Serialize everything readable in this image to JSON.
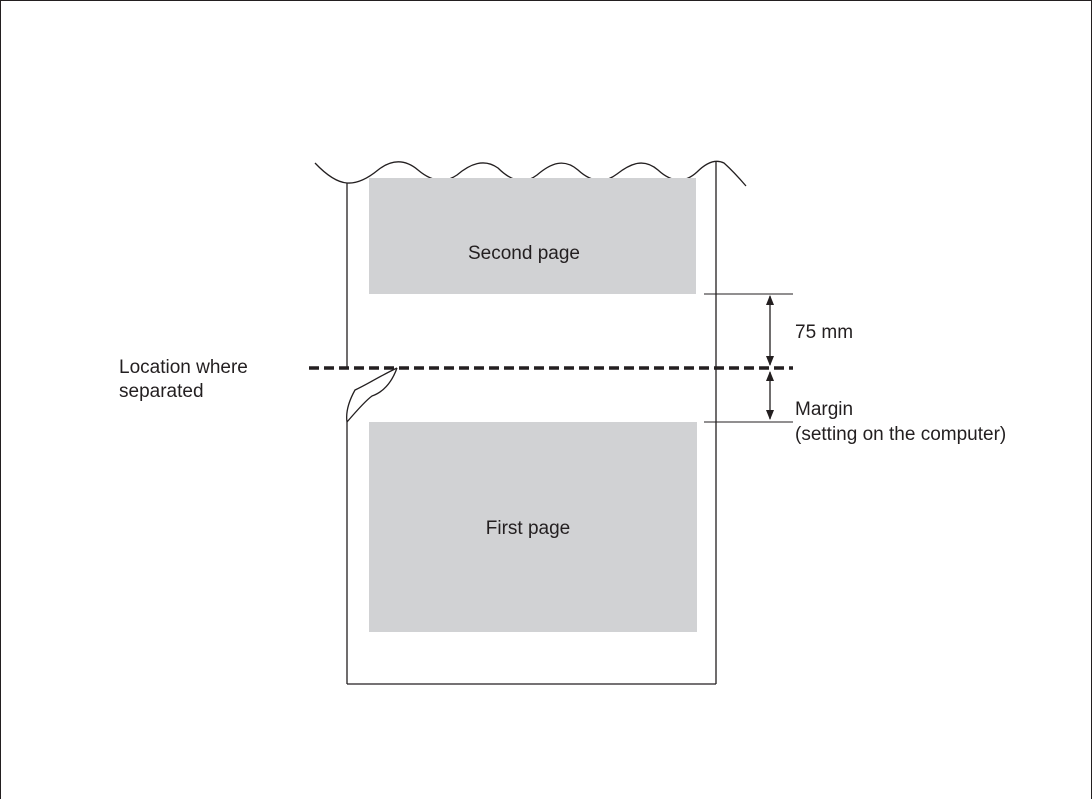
{
  "labels": {
    "second_page": "Second page",
    "first_page": "First page",
    "distance": "75 mm",
    "separation_line1": "Location where",
    "separation_line2": "separated",
    "margin_line1": "Margin",
    "margin_line2": "(setting on the computer)"
  },
  "colors": {
    "page_area_fill": "#d1d2d4",
    "line": "#231f20",
    "frame": "#231f20"
  }
}
